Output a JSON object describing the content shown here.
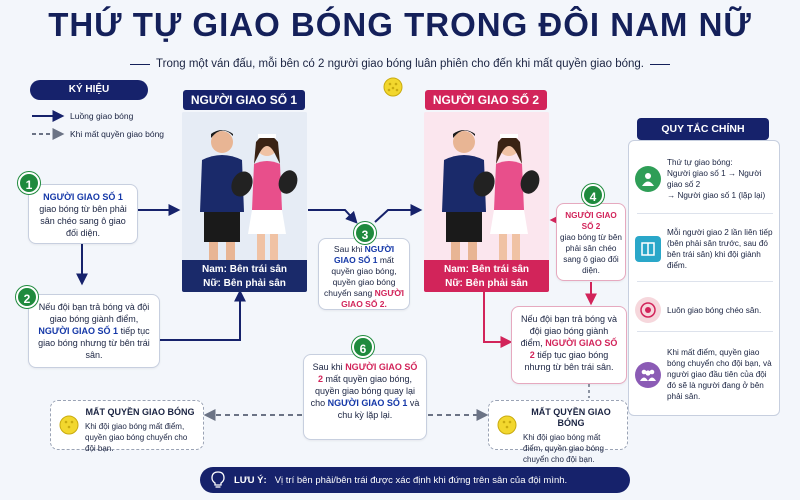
{
  "title": "THỨ TỰ GIAO BÓNG TRONG ĐÔI NAM NỮ",
  "subtitle": "Trong một ván đấu, mỗi bên có 2 người giao bóng luân phiên cho đến khi mất quyền giao bóng.",
  "legend": {
    "title": "KÝ HIỆU",
    "solid_label": "Luồng giao bóng",
    "dashed_label": "Khi mất quyền giao bóng"
  },
  "server1": {
    "banner": "NGƯỜI GIAO SỐ 1",
    "caption_line1": "Nam: Bên trái sân",
    "caption_line2": "Nữ: Bên phải sân"
  },
  "server2": {
    "banner": "NGƯỜI GIAO SỐ 2",
    "caption_line1": "Nam: Bên trái sân",
    "caption_line2": "Nữ: Bên phải sân"
  },
  "steps": {
    "s1": {
      "num": "1",
      "hl": "NGƯỜI GIAO SỐ 1",
      "text": "giao bóng từ bên phải sân chéo sang ô giao đối diện."
    },
    "s2": {
      "num": "2",
      "pre": "Nếu đội bạn trả bóng và đội giao bóng giành điểm,",
      "hl": "NGƯỜI GIAO SỐ 1",
      "post": "tiếp tục giao bóng nhưng từ bên trái sân."
    },
    "s3": {
      "num": "3",
      "pre": "Sau khi",
      "hl1": "NGƯỜI GIAO SỐ 1",
      "mid": "mất quyền giao bóng, quyền giao bóng chuyển sang",
      "hl2": "NGƯỜI GIAO SỐ 2."
    },
    "s4": {
      "num": "4",
      "hl": "NGƯỜI GIAO SỐ 2",
      "text": "giao bóng từ bên phải sân chéo sang ô giao đối diện."
    },
    "s5": {
      "pre": "Nếu đội bạn trả bóng và đội giao bóng giành điểm,",
      "hl": "NGƯỜI GIAO SỐ 2",
      "post": "tiếp tục giao bóng nhưng từ bên trái sân."
    },
    "s6": {
      "num": "6",
      "pre": "Sau khi",
      "hl1": "NGƯỜI GIAO SỐ 2",
      "mid": "mất quyền giao bóng, quyền giao bóng quay lại cho",
      "hl2": "NGƯỜI GIAO SỐ 1",
      "post": "và chu kỳ lặp lại."
    }
  },
  "lost_left": {
    "title": "MẤT QUYỀN GIAO BÓNG",
    "text": "Khi đội giao bóng mất điểm, quyền giao bóng chuyển cho đội bạn."
  },
  "lost_right": {
    "title": "MẤT QUYỀN GIAO BÓNG",
    "text": "Khi đội giao bóng mất điểm, quyền giao bóng chuyển cho đội bạn."
  },
  "rules": {
    "title": "QUY TẮC CHÍNH",
    "r1_line1": "Thứ tự giao bóng:",
    "r1_line2": "Người giao số 1 → Người giao số 2",
    "r1_line3": "→ Người giao số 1 (lặp lại)",
    "r2": "Mỗi người giao 2 lần liên tiếp (bên phải sân trước, sau đó bên trái sân) khi đội giành điểm.",
    "r3": "Luôn giao bóng chéo sân.",
    "r4": "Khi mất điểm, quyền giao bóng chuyển cho đội bạn, và người giao đầu tiên của đội đó sẽ là người đang ở bên phải sân."
  },
  "note": {
    "label": "LƯU Ý:",
    "text": "Vị trí bên phải/bên trái được xác định khi đứng trên sân của đội mình."
  },
  "colors": {
    "navy": "#16226b",
    "blue": "#1538a8",
    "pink": "#d2245a",
    "green": "#1f8a3d"
  }
}
